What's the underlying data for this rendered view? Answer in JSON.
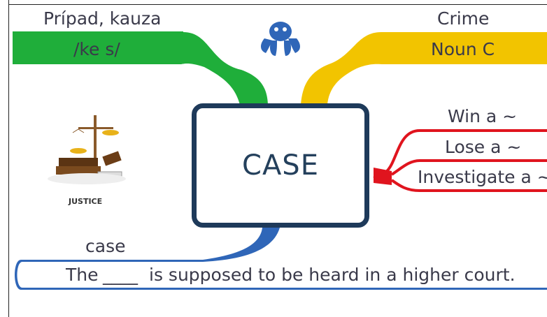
{
  "center": {
    "word": "CASE"
  },
  "branches": {
    "translation": {
      "text": "Prípad, kauza",
      "color": "#1fae3a"
    },
    "pronunciation": {
      "text": "/ke   s/"
    },
    "definition": {
      "text": "Crime",
      "color": "#f2c400"
    },
    "word_class": {
      "text": "Noun C"
    },
    "collocations": {
      "color": "#e0141e",
      "items": [
        "Win a ~",
        "Lose a ~",
        "Investigate a ~"
      ]
    },
    "example": {
      "color": "#2f66b8",
      "answer": "case",
      "sentence_start": "The",
      "blank": "____",
      "sentence_end": "is supposed to be heard in a higher court."
    }
  },
  "image_caption": "JUSTICE",
  "icons": [
    "octopus-icon",
    "justice-scales-icon"
  ]
}
